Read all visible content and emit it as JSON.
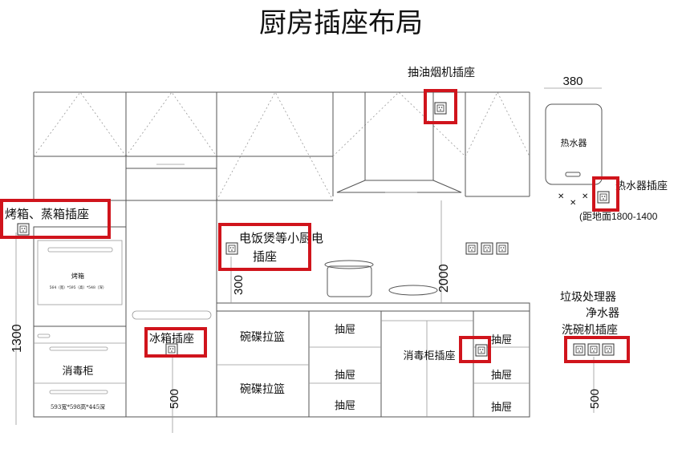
{
  "title": "厨房插座布局",
  "hood_socket": "抽油烟机插座",
  "heater_width": "380",
  "heater": "热水器",
  "heater_socket": "热水器插座",
  "heater_height": "(距地面1800-1400",
  "oven_socket": "烤箱、蒸箱插座",
  "oven": "烤箱",
  "oven_size": "564（宽）*595（高）*548（深）",
  "tower_height": "1300",
  "sterilizer": "消毒柜",
  "sterilizer_size": "593宽*598高*445深",
  "fridge_socket": "冰箱插座",
  "fridge_socket_height": "500",
  "small_appliance_socket_line1": "电饭煲等小厨电",
  "small_appliance_socket_line2": "插座",
  "small_appliance_height": "300",
  "hood_height": "2000",
  "basket1": "碗碟拉篮",
  "basket2": "碗碟拉篮",
  "drawers": [
    "抽屉",
    "抽屉",
    "抽屉",
    "抽屉",
    "抽屉",
    "抽屉"
  ],
  "sterilizer_socket": "消毒柜插座",
  "sink_labels": [
    "垃圾处理器",
    "净水器",
    "洗碗机插座"
  ],
  "sink_socket_height": "500",
  "colors": {
    "highlight": "#d0141c"
  }
}
